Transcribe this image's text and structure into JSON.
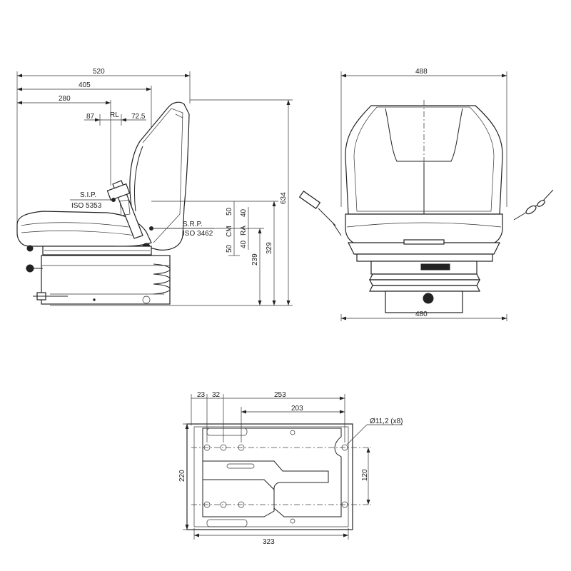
{
  "side_view": {
    "dims": {
      "width_overall": "520",
      "width_405": "405",
      "width_280": "280",
      "rl_label": "RL",
      "rl_fwd": "87",
      "rl_back": "72.5",
      "height_overall": "634",
      "height_329": "329",
      "height_239": "239",
      "cm_label": "CM",
      "cm_up": "50",
      "cm_down": "50",
      "ra_label": "RA",
      "ra_up": "40",
      "ra_down": "40"
    },
    "sip_label": "S.I.P.",
    "sip_std": "ISO 5353",
    "srp_label": "S.R.P.",
    "srp_std": "ISO 3462"
  },
  "front_view": {
    "dims": {
      "width_top": "488",
      "width_bottom": "480"
    }
  },
  "base_plate": {
    "dims": {
      "d23": "23",
      "d32": "32",
      "d253": "253",
      "d203": "203",
      "hole": "Ø11,2 (x8)",
      "height_220": "220",
      "height_120": "120",
      "width_323": "323"
    }
  }
}
